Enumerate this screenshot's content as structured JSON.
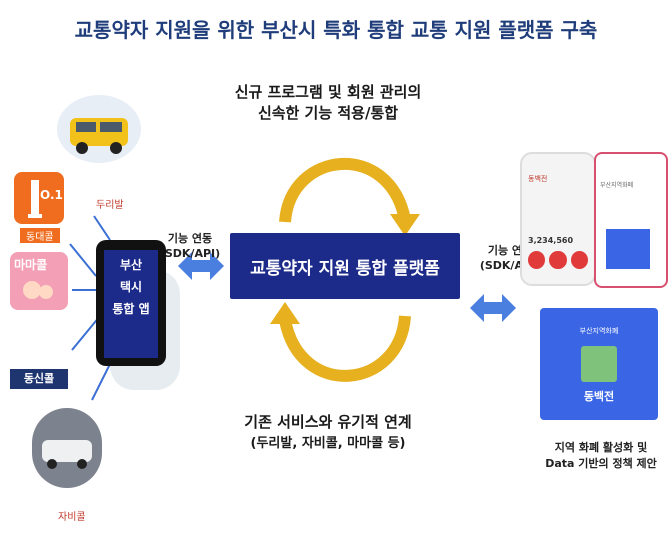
{
  "title": "교통약자 지원을 위한 부산시 특화 통합 교통 지원 플랫폼 구축",
  "top_caption": {
    "line1": "신규 프로그램 및 회원 관리의",
    "line2": "신속한 기능 적용/통합"
  },
  "center_box": "교통약자 지원 통합 플랫폼",
  "bottom_caption": {
    "line1": "기존 서비스와 유기적 연계",
    "line2": "(두리발, 자비콜, 마마콜 등)"
  },
  "link_left": {
    "line1": "기능 연동",
    "line2": "(SDK/API)"
  },
  "link_right": {
    "line1": "기능 연동",
    "line2": "(SDK/API)"
  },
  "phone_app": {
    "line1": "부산",
    "line2": "택시",
    "line3": "통합 앱"
  },
  "services": {
    "duribal": "두리발",
    "dongdaegul_badge": "NO.1",
    "dongdaegul": "동대콜",
    "mamacall": "마마콜",
    "dongsincall": "동신콜",
    "jabicall": "자비콜"
  },
  "right_app": {
    "brand": "동백전",
    "amount": "3,234,560",
    "card_title": "부산지역화폐",
    "bottom_title": "동백전",
    "bottom_subtitle": "부산지역화폐"
  },
  "right_caption": {
    "line1": "지역 화폐 활성화 및",
    "line2": "Data 기반의 정책 제안"
  },
  "colors": {
    "navy": "#1c2a8a",
    "arrow_gold": "#e6b01f",
    "link_blue": "#3b6fd4",
    "title": "#1f3d7a"
  }
}
